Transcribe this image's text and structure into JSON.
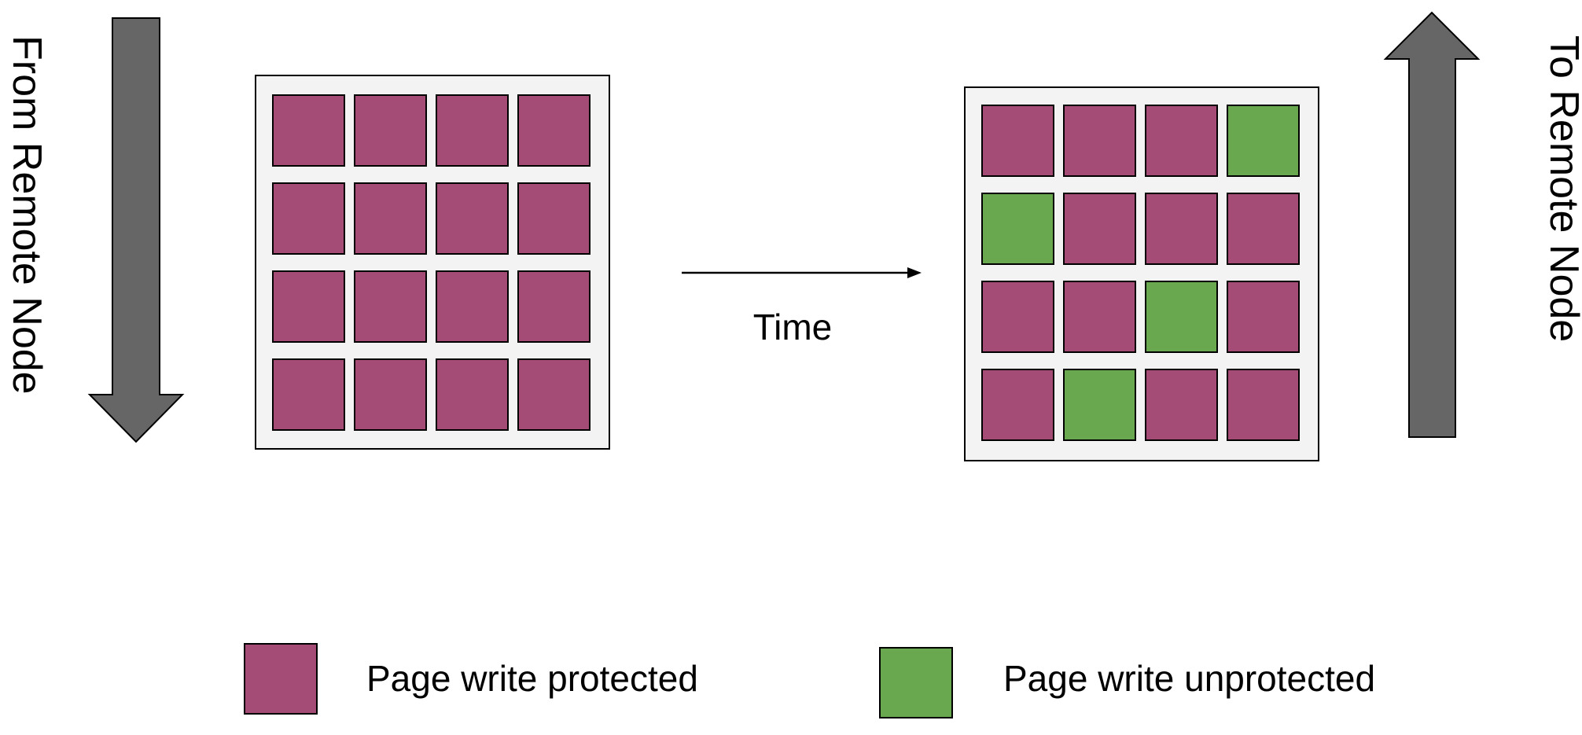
{
  "labels": {
    "from_remote": "From Remote Node",
    "to_remote": "To Remote Node",
    "time": "Time"
  },
  "colors": {
    "protected": "#a44c76",
    "unprotected": "#6aa84f",
    "arrow_fill": "#666666",
    "panel_fill": "#f3f3f3",
    "outline": "#000000"
  },
  "grids": {
    "before": [
      [
        "protected",
        "protected",
        "protected",
        "protected"
      ],
      [
        "protected",
        "protected",
        "protected",
        "protected"
      ],
      [
        "protected",
        "protected",
        "protected",
        "protected"
      ],
      [
        "protected",
        "protected",
        "protected",
        "protected"
      ]
    ],
    "after": [
      [
        "protected",
        "protected",
        "protected",
        "unprotected"
      ],
      [
        "unprotected",
        "protected",
        "protected",
        "protected"
      ],
      [
        "protected",
        "protected",
        "unprotected",
        "protected"
      ],
      [
        "protected",
        "unprotected",
        "protected",
        "protected"
      ]
    ]
  },
  "legend": [
    {
      "state": "protected",
      "label": "Page write protected"
    },
    {
      "state": "unprotected",
      "label": "Page write unprotected"
    }
  ]
}
